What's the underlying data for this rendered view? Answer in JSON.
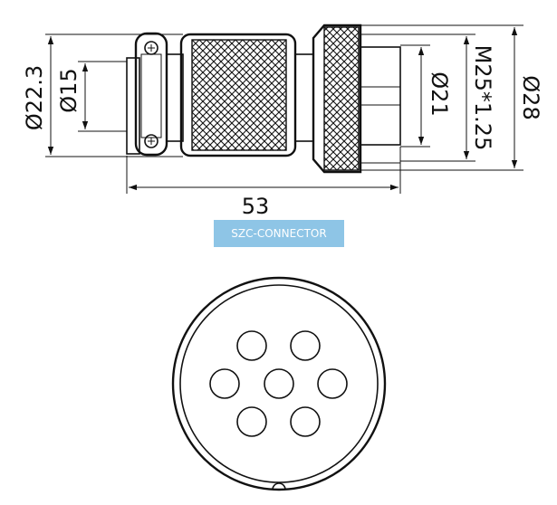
{
  "dimensions": {
    "d22_3": "Ø22.3",
    "d15": "Ø15",
    "d21": "Ø21",
    "m25": "M25*1.25",
    "d28": "Ø28",
    "length": "53"
  },
  "brand": {
    "label": "SZC-CONNECTOR",
    "color": "#8ec5e6"
  },
  "face": {
    "pin_count": 7
  }
}
